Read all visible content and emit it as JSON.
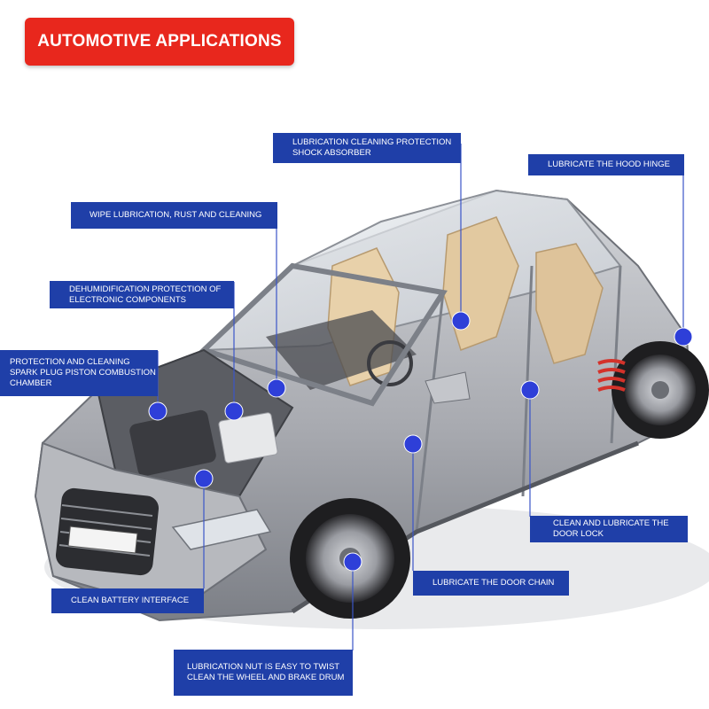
{
  "title": "AUTOMOTIVE APPLICATIONS",
  "colors": {
    "banner": "#e8271d",
    "label_bg": "#1f3fa8",
    "marker": "#2e3fd8",
    "leader": "#3b55c8",
    "car_body": "#a9abb0",
    "interior": "#e2c9a0"
  },
  "labels": {
    "shock": {
      "line1": "LUBRICATION CLEANING PROTECTION",
      "line2": "SHOCK ABSORBER"
    },
    "hood": {
      "line1": "LUBRICATE THE HOOD HINGE"
    },
    "wipe": {
      "line1": "WIPE LUBRICATION, RUST AND CLEANING"
    },
    "dehum": {
      "line1": "DEHUMIDIFICATION PROTECTION OF",
      "line2": "ELECTRONIC COMPONENTS"
    },
    "spark": {
      "line1": "PROTECTION AND CLEANING",
      "line2": "SPARK PLUG PISTON COMBUSTION",
      "line3": "CHAMBER"
    },
    "lock": {
      "line1": "CLEAN AND LUBRICATE THE",
      "line2": "DOOR LOCK"
    },
    "chain": {
      "line1": "LUBRICATE THE DOOR CHAIN"
    },
    "battery": {
      "line1": "CLEAN BATTERY INTERFACE"
    },
    "wheel": {
      "line1": "LUBRICATION NUT IS EASY TO TWIST",
      "line2": "CLEAN THE WHEEL AND BRAKE DRUM"
    }
  }
}
